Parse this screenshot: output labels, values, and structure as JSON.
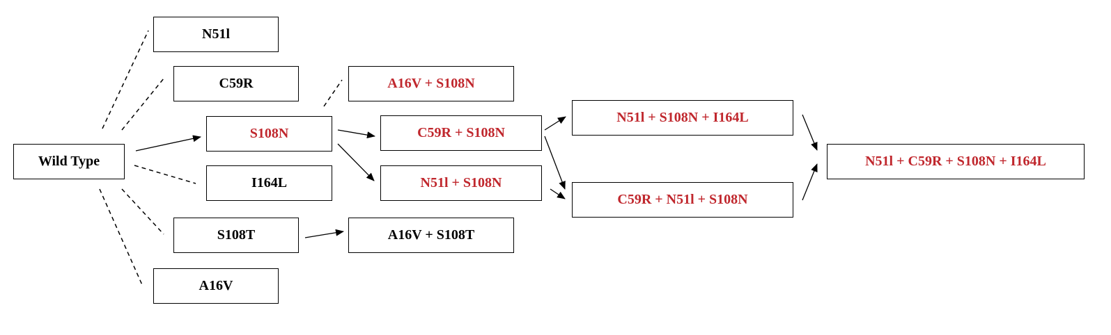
{
  "colors": {
    "black_text": "#000000",
    "red_text": "#c0272d",
    "line": "#000000"
  },
  "nodes": {
    "wild_type": "Wild Type",
    "n51i": "N51l",
    "c59r": "C59R",
    "s108n": "S108N",
    "i164l": "I164L",
    "s108t": "S108T",
    "a16v": "A16V",
    "a16v_s108n": "A16V + S108N",
    "c59r_s108n": "C59R + S108N",
    "n51i_s108n": "N51l + S108N",
    "a16v_s108t": "A16V + S108T",
    "n51i_s108n_i164l": "N51l + S108N + I164L",
    "c59r_n51i_s108n": "C59R + N51l + S108N",
    "quadruple": "N51l + C59R + S108N + I164L"
  }
}
